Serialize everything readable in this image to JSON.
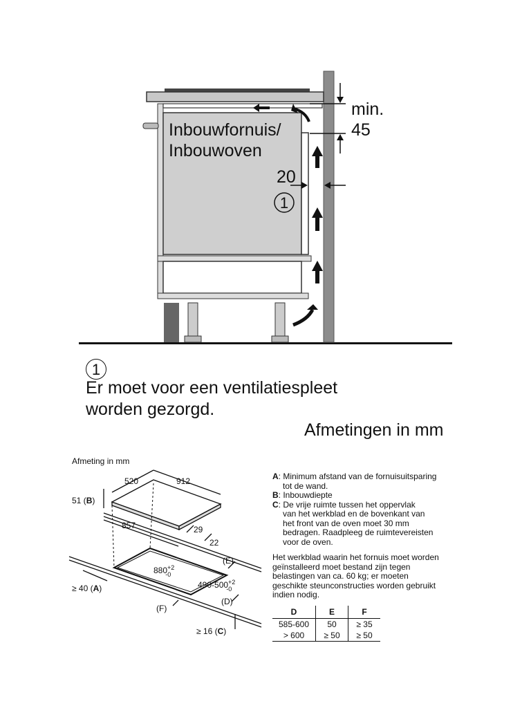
{
  "top_diagram": {
    "appliance_label_line1": "Inbouwfornuis/",
    "appliance_label_line2": "Inbouwoven",
    "min_label_line1": "min.",
    "min_label_line2": "45",
    "gap_label": "20",
    "marker": "1"
  },
  "note": {
    "number": "1",
    "line1": "Er moet voor een ventilatiespleet",
    "line2": "worden gezorgd."
  },
  "units_title": "Afmetingen in mm",
  "measure": {
    "title": "Afmeting in mm",
    "labels": {
      "w520": "520",
      "w912": "912",
      "b51": "51 (",
      "b_key": "B",
      "b_close": ")",
      "d857": "857",
      "d29": "29",
      "d22": "22",
      "cut880": "880",
      "cut880_sup": "+2",
      "cut880_sub": "-0",
      "cut490": "490-500",
      "cut490_sup": "+2",
      "cut490_sub": "-0",
      "e_label": "(E)",
      "d_label": "(D)",
      "f_label": "(F)",
      "a_prefix": "≥ 40 (",
      "a_key": "A",
      "a_close": ")",
      "c_prefix": "≥ 16 (",
      "c_key": "C",
      "c_close": ")"
    }
  },
  "legend": {
    "a_key": "A",
    "a_line1": ": Minimum afstand van de fornuisuitsparing",
    "a_line2": "tot de wand.",
    "b_key": "B",
    "b_line1": ": Inbouwdiepte",
    "c_key": "C",
    "c_line1": ": De vrije ruimte tussen het oppervlak",
    "c_line2": "van het werkblad en de bovenkant van",
    "c_line3": "het front van de oven moet 30 mm",
    "c_line4": "bedragen. Raadpleeg de ruimtevereisten",
    "c_line5": "voor de oven."
  },
  "worktop_text": {
    "line1": "Het werkblad waarin het fornuis moet worden",
    "line2": "geïnstalleerd moet bestand zijn tegen",
    "line3": "belastingen van ca. 60 kg; er moeten",
    "line4": "geschikte steunconstructies worden gebruikt",
    "line5": "indien nodig."
  },
  "table": {
    "headers": [
      "D",
      "E",
      "F"
    ],
    "rows": [
      [
        "585-600",
        "50",
        "≥ 35"
      ],
      [
        "> 600",
        "≥ 50",
        "≥ 50"
      ]
    ]
  }
}
